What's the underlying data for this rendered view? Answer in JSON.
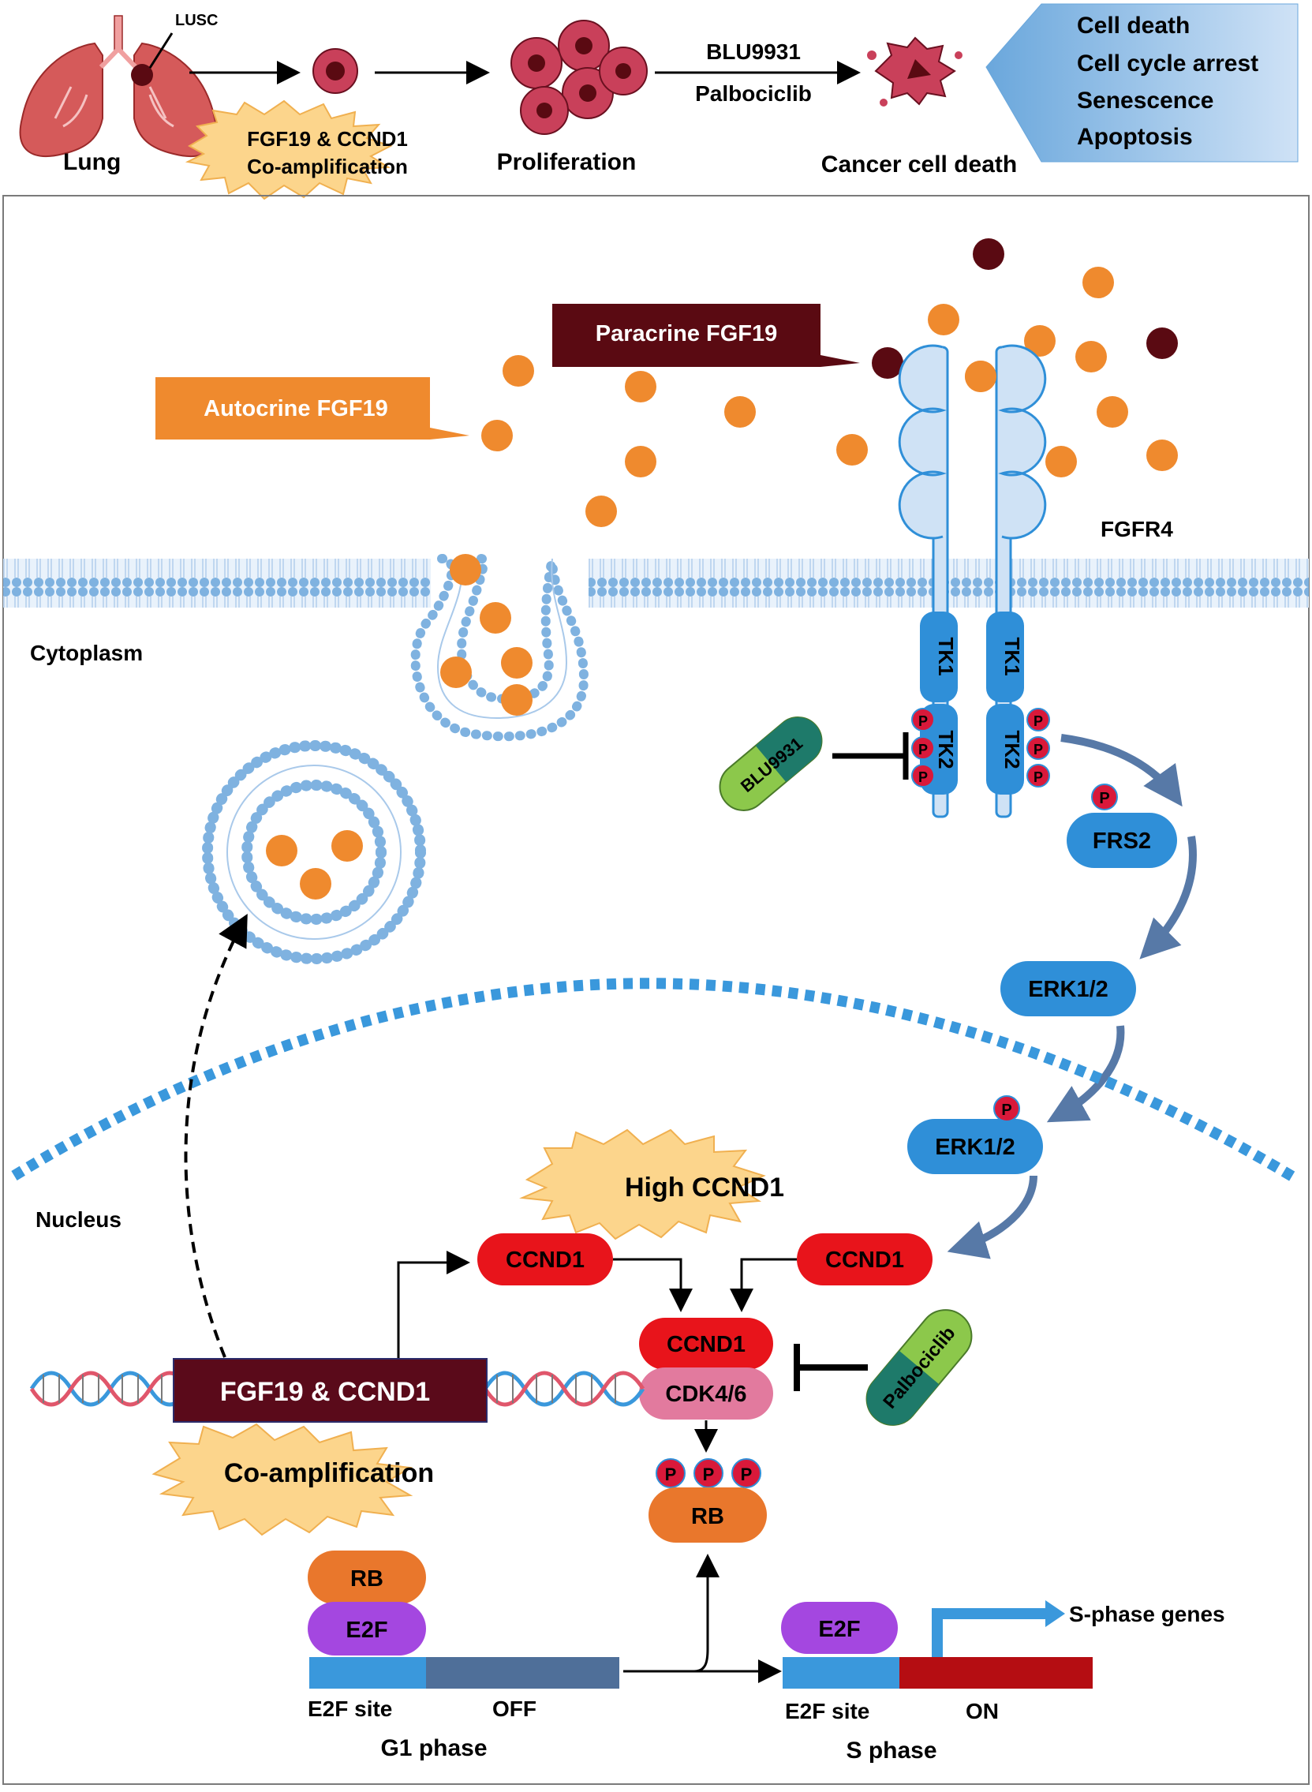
{
  "top": {
    "lusc": "LUSC",
    "lung": "Lung",
    "coamp": [
      "FGF19 & CCND1",
      "Co-amplification"
    ],
    "proliferation": "Proliferation",
    "drug1": "BLU9931",
    "drug2": "Palbociclib",
    "cancer_death": "Cancer cell death",
    "outcomes": [
      "Cell death",
      "Cell cycle arrest",
      "Senescence",
      "Apoptosis"
    ]
  },
  "main": {
    "paracrine": "Paracrine FGF19",
    "autocrine": "Autocrine FGF19",
    "fgfr4": "FGFR4",
    "cytoplasm": "Cytoplasm",
    "nucleus": "Nucleus",
    "tk1": "TK1",
    "tk2": "TK2",
    "p": "P",
    "blu9931": "BLU9931",
    "frs2": "FRS2",
    "erk": "ERK1/2",
    "high_ccnd1": "High CCND1",
    "ccnd1": "CCND1",
    "cdk46": "CDK4/6",
    "rb": "RB",
    "palbociclib": "Palbociclib",
    "gene": "FGF19 & CCND1",
    "coamp": "Co-amplification",
    "e2f": "E2F",
    "e2f_site": "E2F site",
    "off": "OFF",
    "on": "ON",
    "g1": "G1 phase",
    "s": "S phase",
    "s_genes": "S-phase genes"
  },
  "colors": {
    "orange_ligand": "#ef8a2e",
    "dark_ligand": "#5a0a12",
    "membrane": "#7fb2e0",
    "membrane_fill": "#cfe2f5",
    "protein_blue": "#2f8fd8",
    "ccnd1_red": "#e8141b",
    "cdk_pink": "#e27a9e",
    "rb_orange": "#e9772c",
    "e2f_purple": "#a447e0",
    "star_yellow": "#fcd58c",
    "gene_box": "#5a0a1a",
    "drug_green": "#8cc84b",
    "drug_teal": "#1e7a6a"
  }
}
